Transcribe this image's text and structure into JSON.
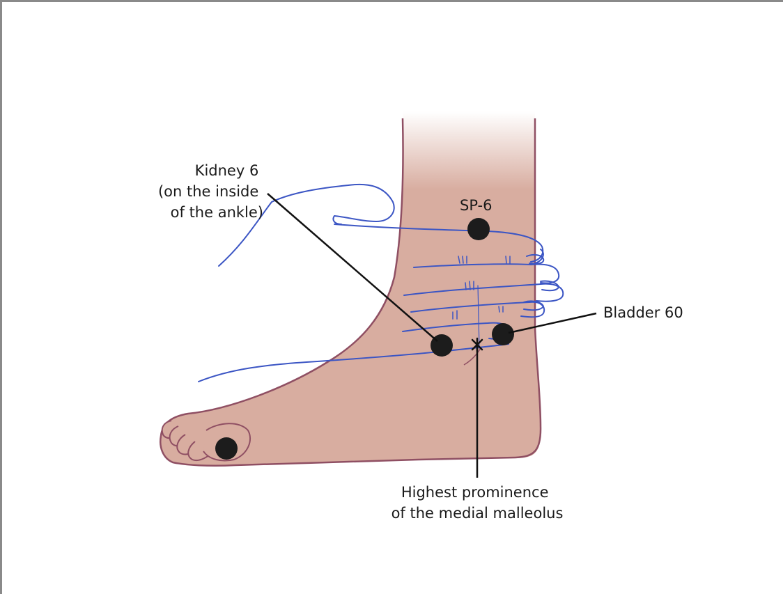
{
  "labels": {
    "kidney_6": [
      "Kidney 6",
      "(on the inside",
      "of the ankle)"
    ],
    "sp_6": "SP-6",
    "bladder_60": "Bladder 60",
    "malleolus": [
      "Highest prominence",
      "of the medial malleolus"
    ]
  },
  "colors": {
    "skin": "#d8ada0",
    "skin_outline": "#8f4f63",
    "hand_outline": "#3b55c4",
    "point": "#1c1c1c",
    "leader_line": "#111111"
  },
  "icons": {
    "acupoint": "filled-circle-marker",
    "malleolus": "asterisk-marker"
  }
}
